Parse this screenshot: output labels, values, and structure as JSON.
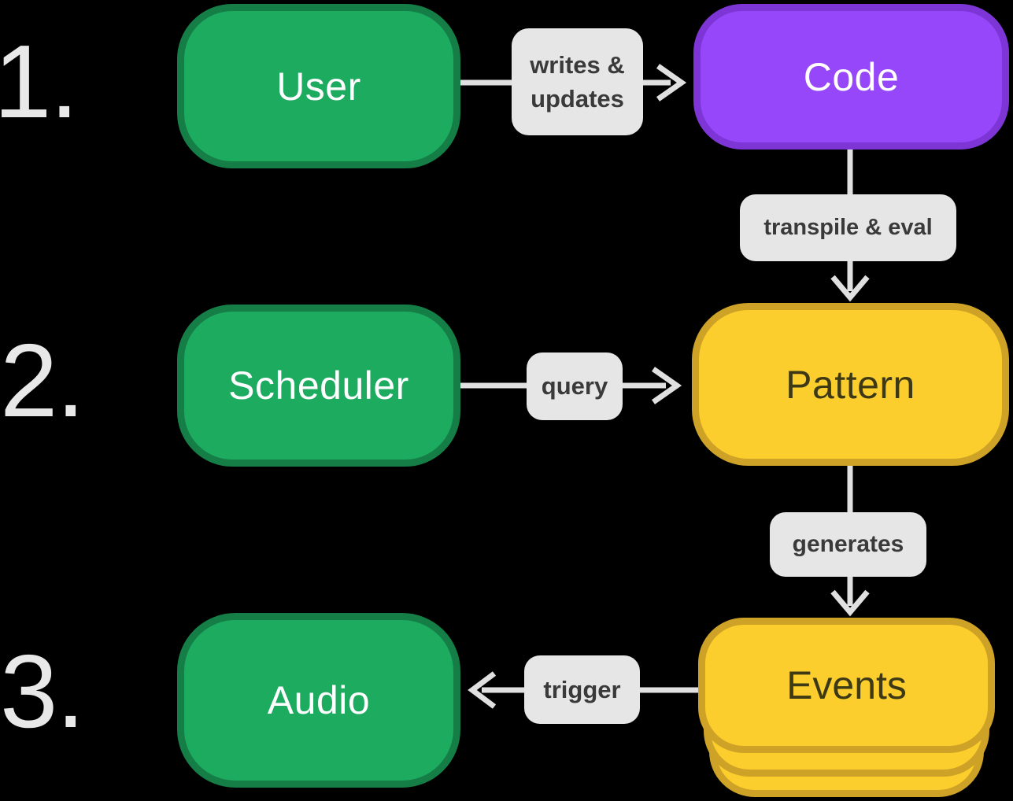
{
  "diagram": {
    "steps": [
      {
        "number": "1."
      },
      {
        "number": "2."
      },
      {
        "number": "3."
      }
    ],
    "nodes": {
      "user": {
        "label": "User"
      },
      "code": {
        "label": "Code"
      },
      "scheduler": {
        "label": "Scheduler"
      },
      "pattern": {
        "label": "Pattern"
      },
      "audio": {
        "label": "Audio"
      },
      "events": {
        "label": "Events"
      }
    },
    "edges": {
      "writes_updates": {
        "label": "writes &\nupdates",
        "from": "User",
        "to": "Code"
      },
      "transpile_eval": {
        "label": "transpile & eval",
        "from": "Code",
        "to": "Pattern"
      },
      "query": {
        "label": "query",
        "from": "Scheduler",
        "to": "Pattern"
      },
      "generates": {
        "label": "generates",
        "from": "Pattern",
        "to": "Events"
      },
      "trigger": {
        "label": "trigger",
        "from": "Events",
        "to": "Audio"
      }
    },
    "colors": {
      "background": "#000000",
      "green_fill": "#1cab5f",
      "green_border": "#157d46",
      "purple_fill": "#9747fa",
      "purple_border": "#7d35d6",
      "yellow_fill": "#fbcd2d",
      "yellow_border": "#cda226",
      "label_bg": "#e6e6e6",
      "label_text": "#3a3a3a",
      "arrow": "#e0e0e0",
      "step_number": "#e8e8e8",
      "node_text_light": "#ffffff",
      "node_text_dark": "#3d3914"
    }
  }
}
